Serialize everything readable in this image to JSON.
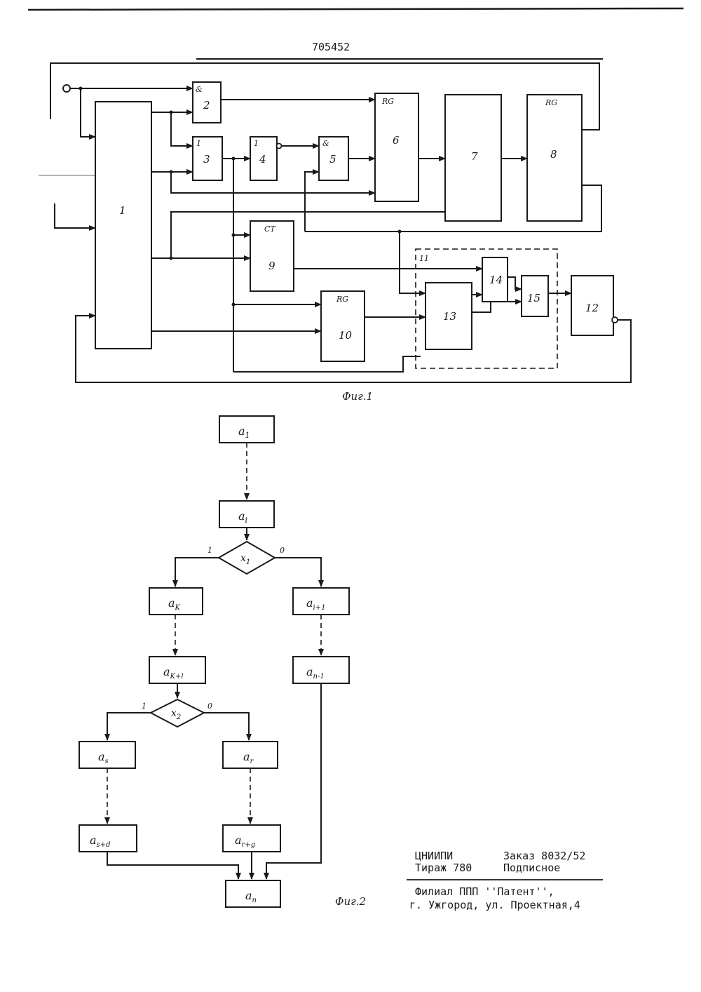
{
  "header": {
    "patent_number": "705452"
  },
  "fig1": {
    "caption": "Фиг.1",
    "blocks": {
      "b1": "1",
      "b2": "2",
      "b3": "3",
      "b4": "4",
      "b5": "5",
      "b6": "6",
      "b7": "7",
      "b8": "8",
      "b9": "9",
      "b10": "10",
      "b11": "11",
      "b12": "12",
      "b13": "13",
      "b14": "14",
      "b15": "15"
    },
    "marks": {
      "and2": "&",
      "or3": "1",
      "not4": "1",
      "and5": "&",
      "rg6": "RG",
      "rg8": "RG",
      "ct9": "CT",
      "rg10": "RG"
    }
  },
  "fig2": {
    "caption": "Фиг.2",
    "nodes": {
      "a1": "a",
      "a1_sub": "1",
      "ai": "a",
      "ai_sub": "i",
      "x1": "x",
      "x1_sub": "1",
      "ak": "a",
      "ak_sub": "K",
      "ai1": "a",
      "ai1_sub": "i+1",
      "akl": "a",
      "akl_sub": "K+l",
      "an1": "a",
      "an1_sub": "n-1",
      "x2": "x",
      "x2_sub": "2",
      "as": "a",
      "as_sub": "s",
      "ar": "a",
      "ar_sub": "r",
      "asd": "a",
      "asd_sub": "s+d",
      "arg": "a",
      "arg_sub": "r+g",
      "an": "a",
      "an_sub": "n"
    },
    "branch_labels": {
      "x1_yes": "1",
      "x1_no": "0",
      "x2_yes": "1",
      "x2_no": "0"
    }
  },
  "imprint": {
    "line1_left": "ЦНИИПИ",
    "line1_right": "Заказ 8032/52",
    "line2_left": "Тираж 780",
    "line2_right": "Подписное",
    "line3": "Филиал ППП ''Патент'',",
    "line4": "г. Ужгород, ул. Проектная,4"
  }
}
